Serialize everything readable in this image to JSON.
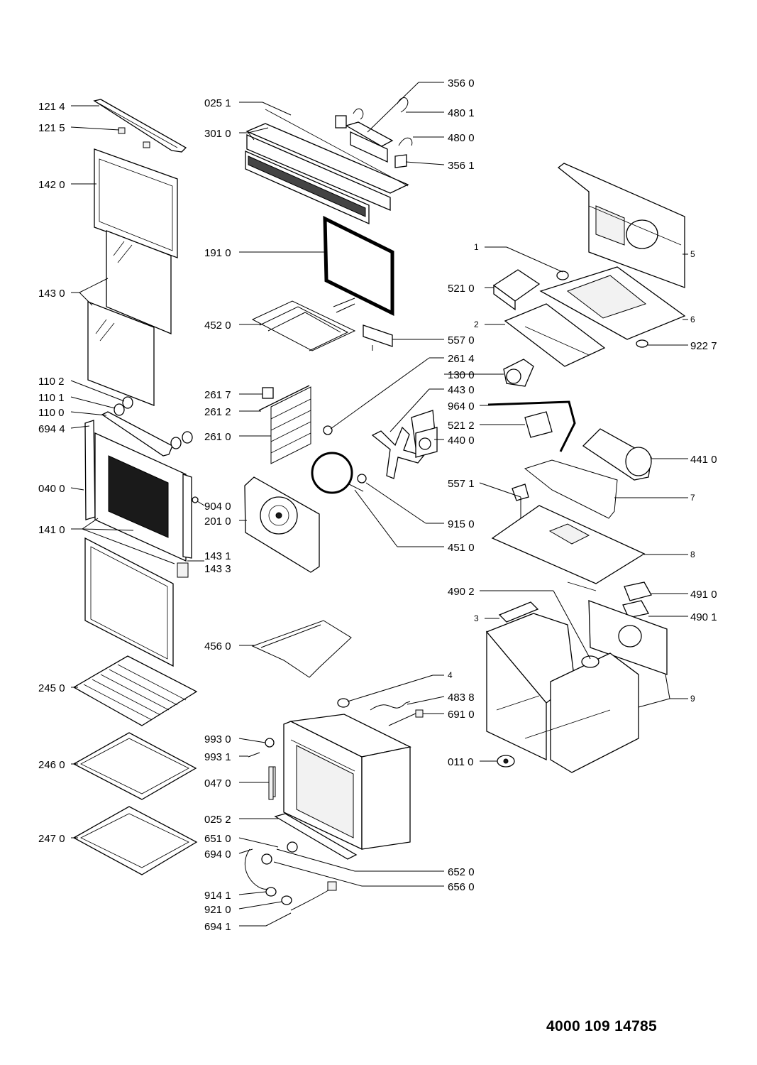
{
  "document_number": "4000 109 14785",
  "labels": [
    {
      "id": "121-4",
      "text": "121 4"
    },
    {
      "id": "121-5",
      "text": "121 5"
    },
    {
      "id": "142-0",
      "text": "142 0"
    },
    {
      "id": "143-0",
      "text": "143 0"
    },
    {
      "id": "110-2",
      "text": "110 2"
    },
    {
      "id": "110-1",
      "text": "110 1"
    },
    {
      "id": "110-0",
      "text": "110 0"
    },
    {
      "id": "694-4",
      "text": "694 4"
    },
    {
      "id": "040-0",
      "text": "040 0"
    },
    {
      "id": "141-0",
      "text": "141 0"
    },
    {
      "id": "245-0",
      "text": "245 0"
    },
    {
      "id": "246-0",
      "text": "246 0"
    },
    {
      "id": "247-0",
      "text": "247 0"
    },
    {
      "id": "025-1",
      "text": "025 1"
    },
    {
      "id": "301-0",
      "text": "301 0"
    },
    {
      "id": "191-0",
      "text": "191 0"
    },
    {
      "id": "452-0",
      "text": "452 0"
    },
    {
      "id": "261-7",
      "text": "261 7"
    },
    {
      "id": "261-2",
      "text": "261 2"
    },
    {
      "id": "261-0",
      "text": "261 0"
    },
    {
      "id": "904-0",
      "text": "904 0"
    },
    {
      "id": "201-0",
      "text": "201 0"
    },
    {
      "id": "143-1",
      "text": "143 1"
    },
    {
      "id": "143-3",
      "text": "143 3"
    },
    {
      "id": "456-0",
      "text": "456 0"
    },
    {
      "id": "993-0",
      "text": "993 0"
    },
    {
      "id": "993-1",
      "text": "993 1"
    },
    {
      "id": "047-0",
      "text": "047 0"
    },
    {
      "id": "025-2",
      "text": "025 2"
    },
    {
      "id": "651-0",
      "text": "651 0"
    },
    {
      "id": "694-0",
      "text": "694 0"
    },
    {
      "id": "914-1",
      "text": "914 1"
    },
    {
      "id": "921-0",
      "text": "921 0"
    },
    {
      "id": "694-1",
      "text": "694 1"
    },
    {
      "id": "356-0",
      "text": "356 0"
    },
    {
      "id": "480-1",
      "text": "480 1"
    },
    {
      "id": "480-0",
      "text": "480 0"
    },
    {
      "id": "356-1",
      "text": "356 1"
    },
    {
      "id": "557-0",
      "text": "557 0"
    },
    {
      "id": "261-4",
      "text": "261 4"
    },
    {
      "id": "130-0",
      "text": "130 0"
    },
    {
      "id": "443-0",
      "text": "443 0"
    },
    {
      "id": "964-0",
      "text": "964 0"
    },
    {
      "id": "521-2",
      "text": "521 2"
    },
    {
      "id": "440-0",
      "text": "440 0"
    },
    {
      "id": "557-1",
      "text": "557 1"
    },
    {
      "id": "915-0",
      "text": "915 0"
    },
    {
      "id": "451-0",
      "text": "451 0"
    },
    {
      "id": "490-2",
      "text": "490 2"
    },
    {
      "id": "4",
      "text": "4"
    },
    {
      "id": "483-8",
      "text": "483 8"
    },
    {
      "id": "691-0",
      "text": "691 0"
    },
    {
      "id": "011-0",
      "text": "011 0"
    },
    {
      "id": "652-0",
      "text": "652 0"
    },
    {
      "id": "656-0",
      "text": "656 0"
    },
    {
      "id": "1",
      "text": "1"
    },
    {
      "id": "521-0",
      "text": "521 0"
    },
    {
      "id": "2",
      "text": "2"
    },
    {
      "id": "5",
      "text": "5"
    },
    {
      "id": "6",
      "text": "6"
    },
    {
      "id": "922-7",
      "text": "922 7"
    },
    {
      "id": "441-0",
      "text": "441 0"
    },
    {
      "id": "7",
      "text": "7"
    },
    {
      "id": "8",
      "text": "8"
    },
    {
      "id": "491-0",
      "text": "491 0"
    },
    {
      "id": "3",
      "text": "3"
    },
    {
      "id": "490-1",
      "text": "490 1"
    },
    {
      "id": "9",
      "text": "9"
    }
  ]
}
